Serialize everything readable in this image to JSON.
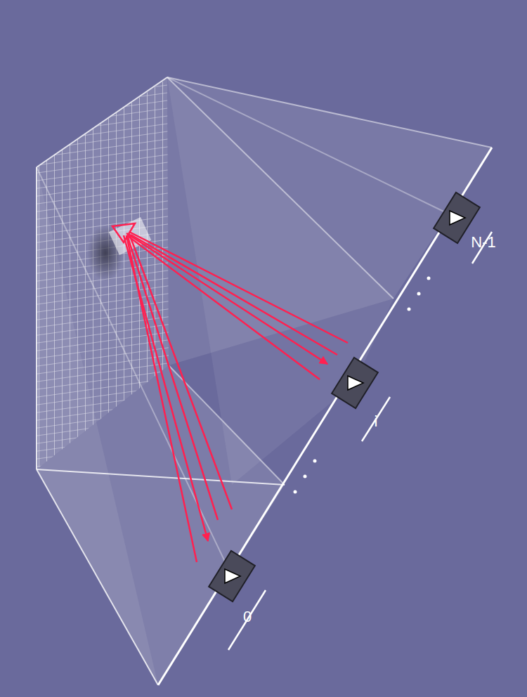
{
  "diagram": {
    "labels": [
      "0",
      "i",
      "N-1"
    ]
  }
}
